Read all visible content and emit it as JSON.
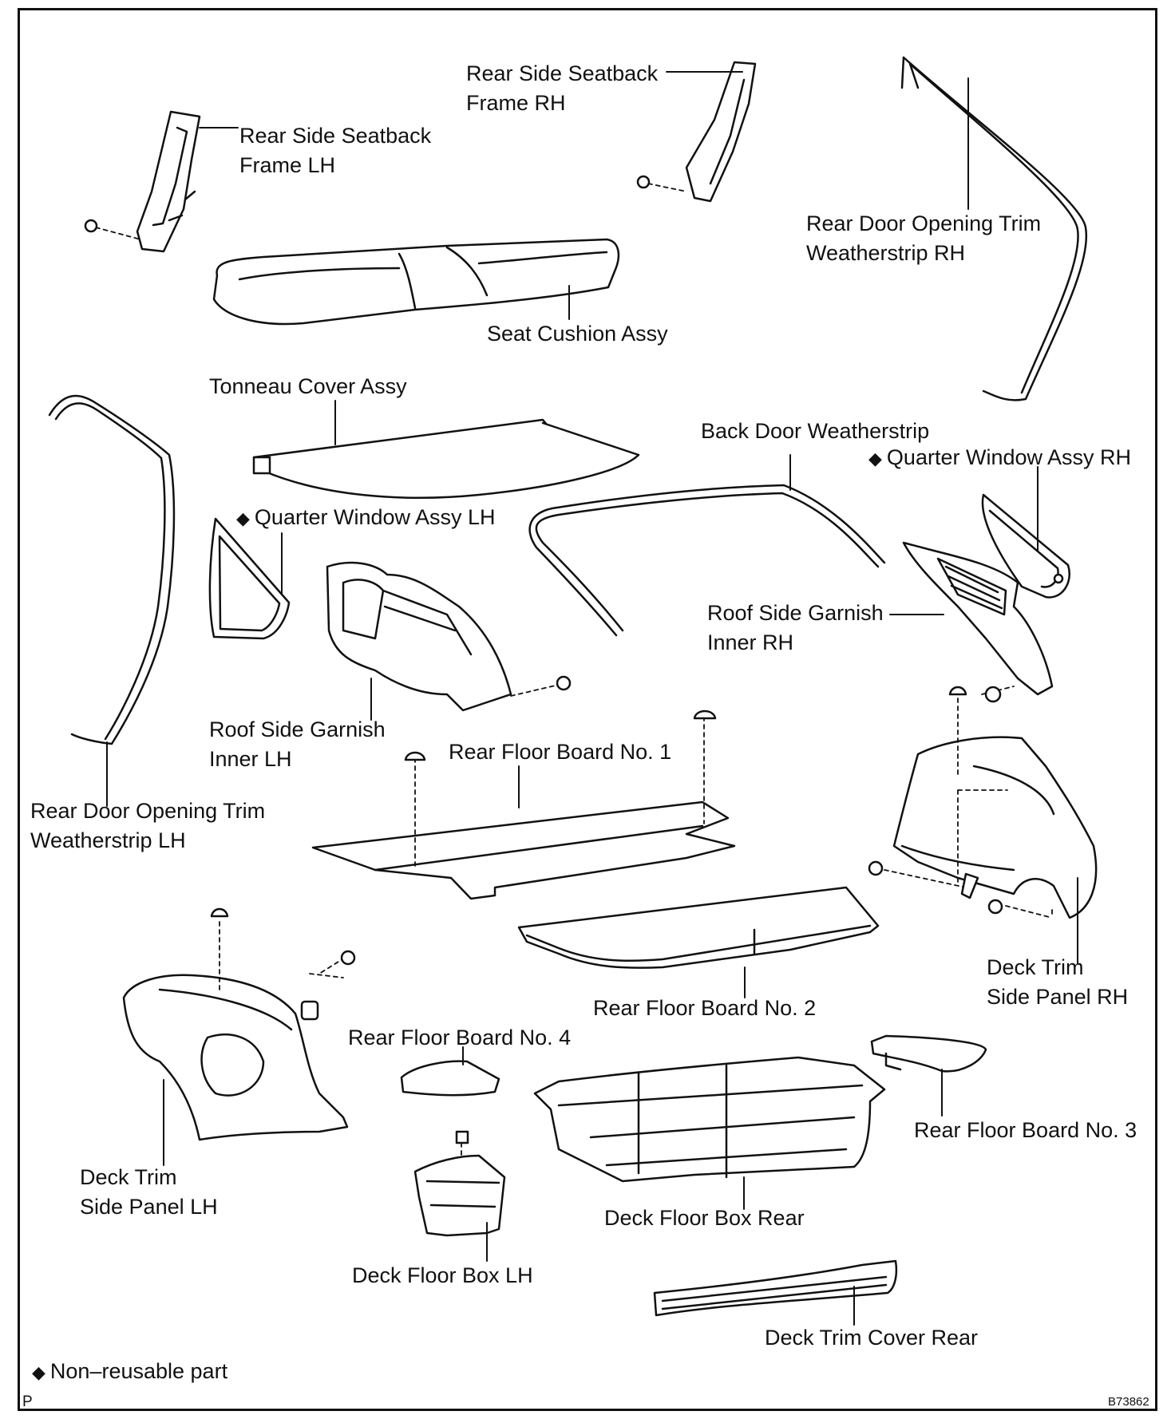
{
  "labels": {
    "seatback_lh": [
      "Rear Side Seatback",
      "Frame LH"
    ],
    "seatback_rh": [
      "Rear Side Seatback",
      "Frame RH"
    ],
    "door_trim_rh": [
      "Rear Door Opening Trim",
      "Weatherstrip RH"
    ],
    "seat_cushion": "Seat Cushion Assy",
    "tonneau": "Tonneau Cover Assy",
    "back_door_ws": "Back Door Weatherstrip",
    "quarter_rh": "Quarter Window Assy RH",
    "quarter_lh": "Quarter Window Assy LH",
    "roof_garnish_rh": [
      "Roof Side Garnish",
      "Inner RH"
    ],
    "roof_garnish_lh": [
      "Roof Side Garnish",
      "Inner LH"
    ],
    "floor_board_1": "Rear Floor Board No. 1",
    "door_trim_lh": [
      "Rear Door Opening Trim",
      "Weatherstrip LH"
    ],
    "deck_trim_rh": [
      "Deck Trim",
      "Side Panel RH"
    ],
    "floor_board_2": "Rear Floor Board No. 2",
    "floor_board_4": "Rear Floor Board No. 4",
    "floor_board_3": "Rear Floor Board No. 3",
    "deck_trim_lh": [
      "Deck Trim",
      "Side Panel LH"
    ],
    "deck_floor_box_rear": "Deck Floor Box Rear",
    "deck_floor_box_lh": "Deck Floor Box LH",
    "deck_trim_cover_rear": "Deck Trim Cover Rear"
  },
  "legend": {
    "marker": "◆",
    "text": "Non–reusable part"
  },
  "corner_letter": "P",
  "figure_code": "B73862"
}
